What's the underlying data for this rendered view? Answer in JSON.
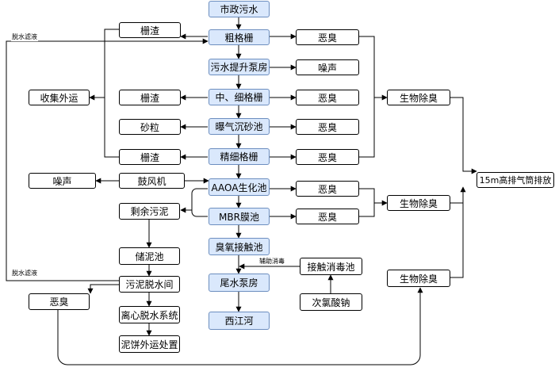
{
  "nodes": {
    "shizheng": "市政污水",
    "cugeshan": "粗格栅",
    "tisheng": "污水提升泵房",
    "zhongxi": "中、细格栅",
    "baoqi": "曝气沉砂池",
    "jingxi": "精细格栅",
    "aaoa": "AAOA生化池",
    "mbr": "MBR膜池",
    "chouyang": "臭氧接触池",
    "weishui": "尾水泵房",
    "xijiang": "西江河",
    "zhazha1": "栅渣",
    "zhazha2": "栅渣",
    "shali": "砂粒",
    "zhazha3": "栅渣",
    "shouji": "收集外运",
    "gufeng": "鼓风机",
    "zaosheng_left": "噪声",
    "chou1": "恶臭",
    "zaosheng_right": "噪声",
    "chou2": "恶臭",
    "chou3": "恶臭",
    "chou4": "恶臭",
    "chou5": "恶臭",
    "chou6": "恶臭",
    "shengwu1": "生物除臭",
    "shengwu2": "生物除臭",
    "shengwu3": "生物除臭",
    "paiqitong": "15m高排气筒排放",
    "shengyu": "剩余污泥",
    "chuni": "储泥池",
    "tuoshui": "污泥脱水间",
    "lixin": "离心脱水系统",
    "nibing": "泥饼外运处置",
    "chou_sludge": "恶臭",
    "jiechu": "接触消毒池",
    "cilv": "次氯酸钠"
  },
  "labels": {
    "tuoshui_lvye_top": "脱水滤液",
    "tuoshui_lvye_bottom": "脱水滤液",
    "fuzhu": "辅助消毒"
  },
  "colors": {
    "main_fill": "#dae8fc",
    "main_stroke": "#6c8ebf",
    "line": "#000000"
  }
}
